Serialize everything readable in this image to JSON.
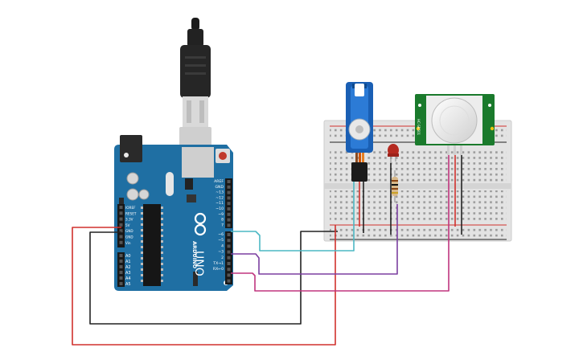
{
  "arduino": {
    "model": "UNO",
    "brand": "ARDUINO",
    "power_labels": [
      "IOREF",
      "RESET",
      "3.3V",
      "5V",
      "GND",
      "GND",
      "Vin"
    ],
    "analog_labels": [
      "A0",
      "A1",
      "A2",
      "A3",
      "A4",
      "A5"
    ],
    "digital_labels": [
      "AREF",
      "GND",
      "~13",
      "~12",
      "~11",
      "~10",
      "~9",
      "8",
      "7",
      "~6",
      "~5",
      "4",
      "~3",
      "2",
      "TX→1",
      "RX←0"
    ],
    "board_color": "#1f6fa3"
  },
  "pir": {
    "labels": [
      "HC-SR501"
    ],
    "board_color": "#1a7a2c"
  },
  "servo": {
    "color": "#1a5fb4"
  },
  "wire_colors": {
    "red": "#d0312d",
    "black": "#222222",
    "cyan": "#4cb8c4",
    "purple": "#7b3fa0",
    "magenta": "#c0357e"
  }
}
